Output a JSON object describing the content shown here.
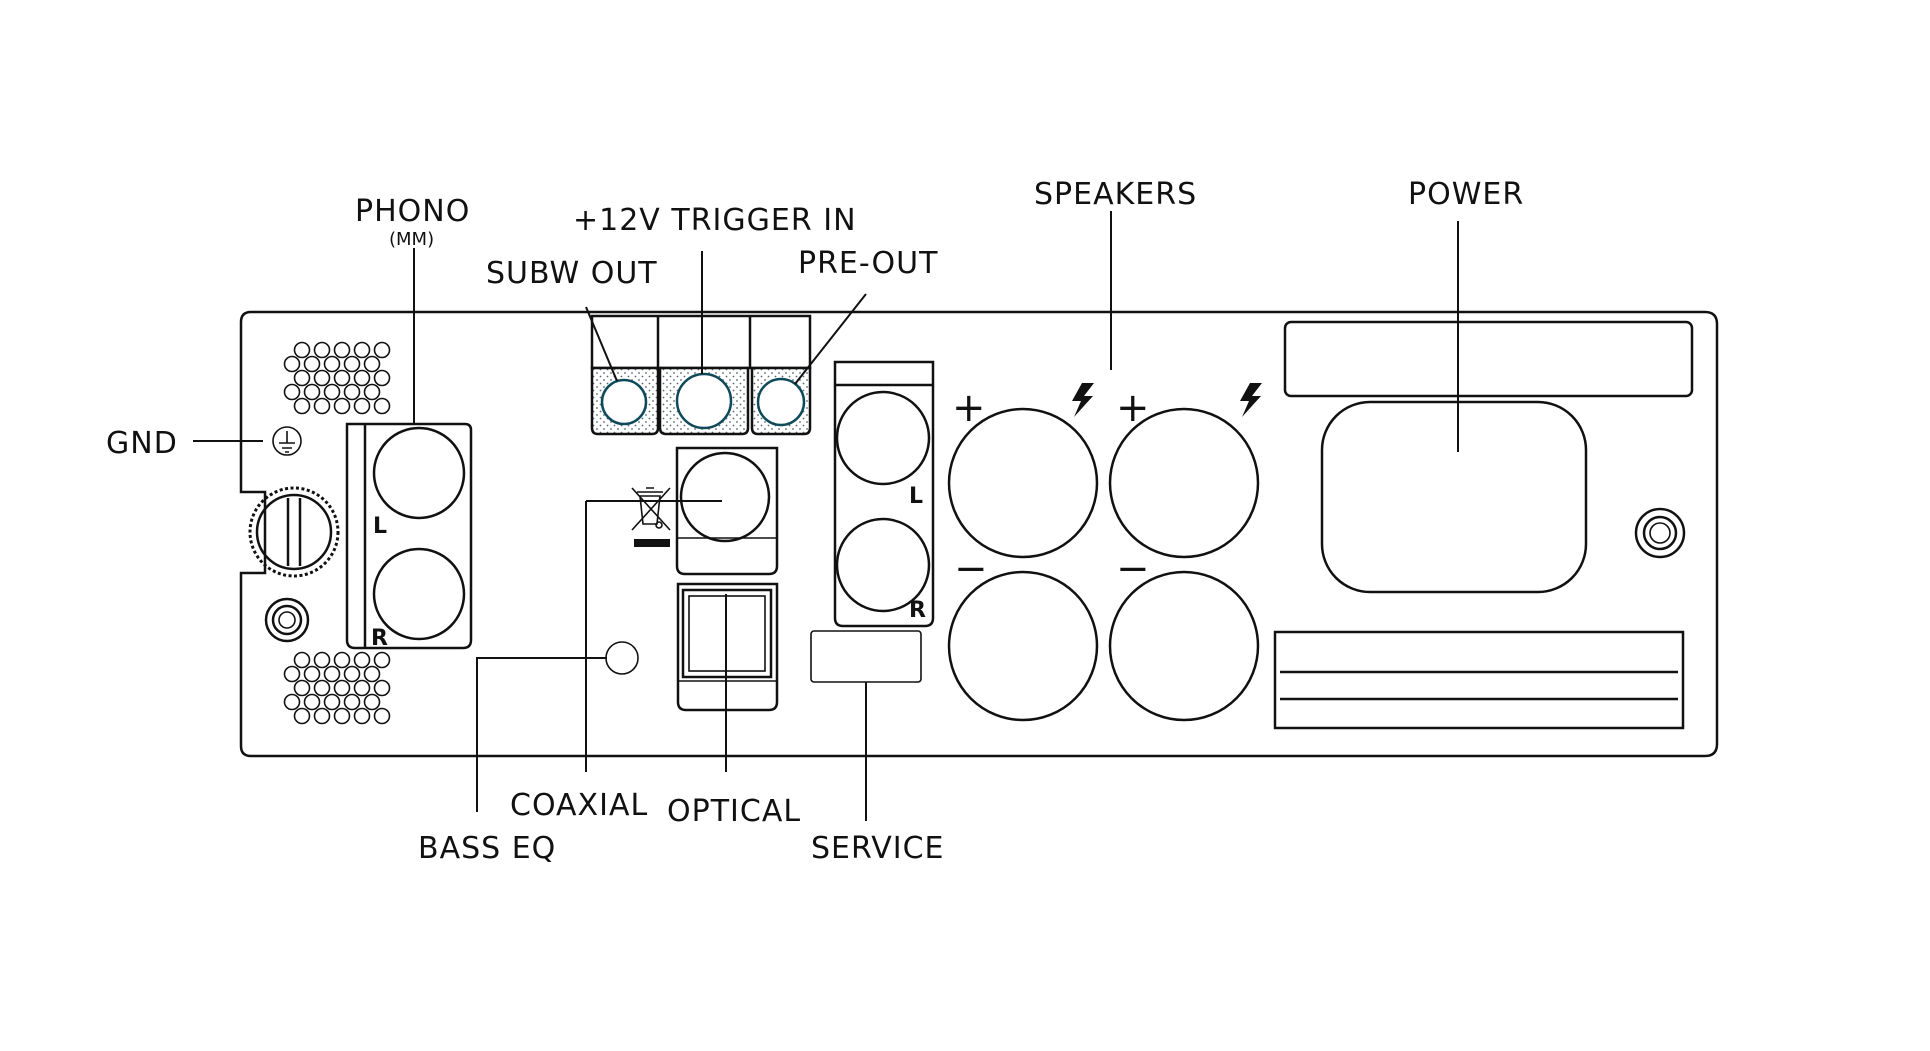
{
  "labels": {
    "phono": "PHONO",
    "phono_sub": "(MM)",
    "trigger": "+12V TRIGGER IN",
    "subw_out": "SUBW OUT",
    "pre_out": "PRE-OUT",
    "speakers": "SPEAKERS",
    "power": "POWER",
    "gnd": "GND",
    "coaxial": "COAXIAL",
    "optical": "OPTICAL",
    "service": "SERVICE",
    "bass_eq": "BASS EQ"
  },
  "channel_marks": {
    "phono_left": "L",
    "phono_right": "R",
    "preout_left": "L",
    "preout_right": "R"
  },
  "polarity_marks": {
    "plus_1": "+",
    "plus_2": "+",
    "minus_1": "−",
    "minus_2": "−"
  },
  "icons": [
    "ground-icon",
    "weee-bin-icon",
    "high-voltage-icon"
  ],
  "colors": {
    "line": "#111111",
    "jack_ring": "#0e4a5a",
    "background": "#ffffff"
  }
}
